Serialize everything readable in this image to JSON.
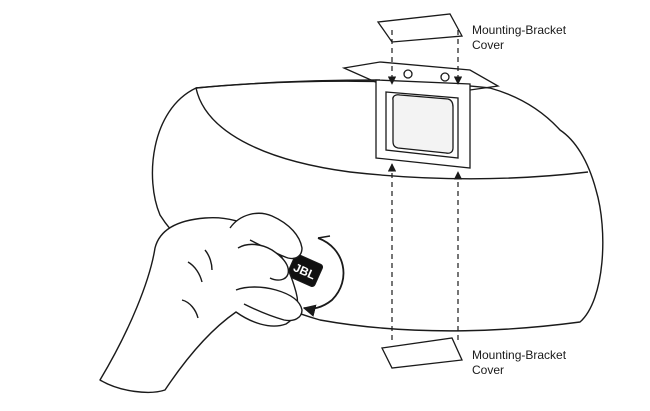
{
  "callouts": {
    "top": {
      "line1": "Mounting-Bracket",
      "line2": "Cover"
    },
    "bottom": {
      "line1": "Mounting-Bracket",
      "line2": "Cover"
    }
  },
  "badge": {
    "text": "JBL"
  },
  "colors": {
    "stroke": "#1a1a1a",
    "badge_fill": "#111111",
    "badge_text": "#ffffff",
    "background": "#ffffff"
  }
}
